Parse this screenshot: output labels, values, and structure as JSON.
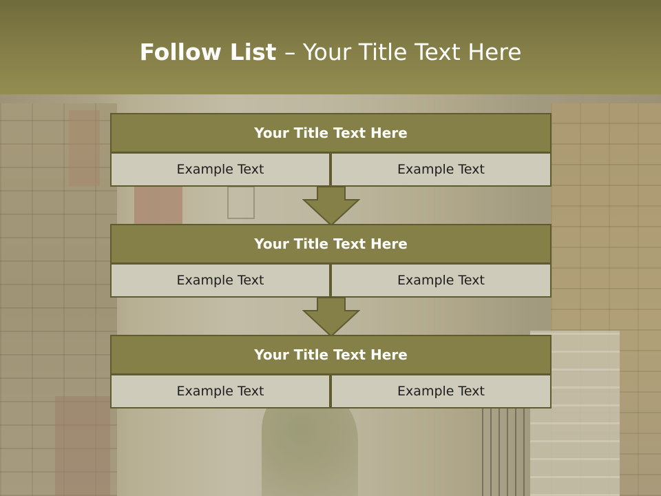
{
  "slide": {
    "title_bold": "Follow List ",
    "title_rest": " – Your Title Text Here",
    "blocks": [
      {
        "heading": "Your Title Text Here",
        "left": "Example Text",
        "right": "Example Text"
      },
      {
        "heading": "Your Title Text Here",
        "left": "Example Text",
        "right": "Example Text"
      },
      {
        "heading": "Your Title Text Here",
        "left": "Example Text",
        "right": "Example Text"
      }
    ]
  },
  "colors": {
    "header_band": "#857f48",
    "block_heading": "#858048",
    "cell_fill": "#cfcbba",
    "border": "#5f5b30"
  },
  "icons": {
    "connector": "down-arrow-icon"
  }
}
